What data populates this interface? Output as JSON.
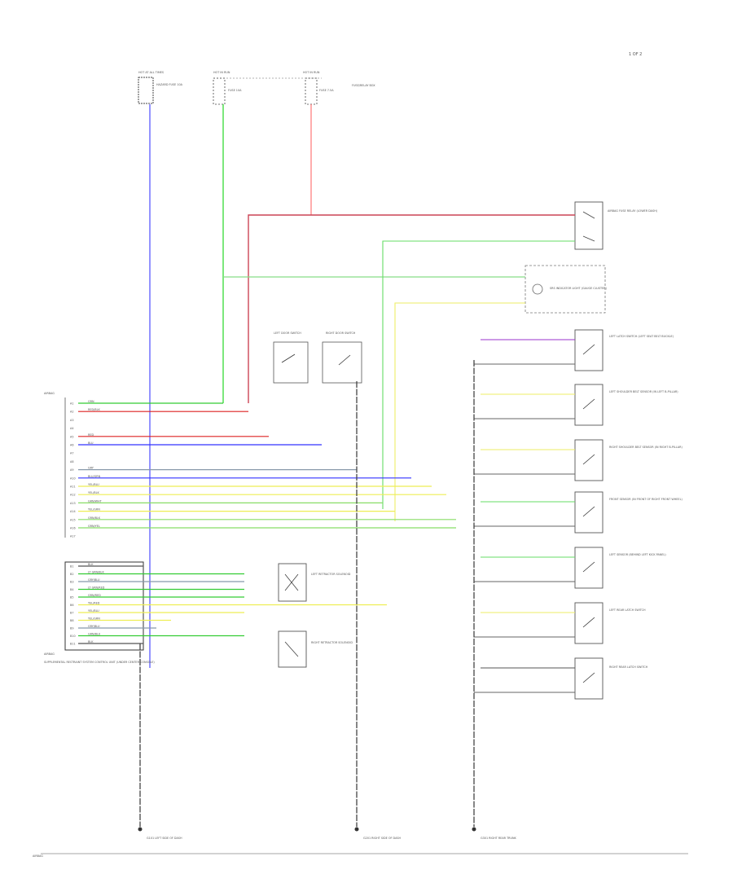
{
  "page_number": "1 OF 2",
  "wire_colors": {
    "BLU": "#3333ff",
    "GRN": "#33cc33",
    "RED": "#dd2222",
    "YEL": "#eeee55",
    "PPL": "#9933cc",
    "BLK": "#555555",
    "GRY": "#8899aa",
    "GRN_YEL": "#88dd66"
  },
  "fuses": [
    {
      "id": "f1",
      "label": "HOT AT ALL TIMES",
      "sub": "HAZARD FUSE 10A"
    },
    {
      "id": "f2",
      "label": "HOT IN RUN",
      "sub": "FUSE 10A"
    },
    {
      "id": "f3",
      "label": "HOT IN RUN",
      "sub": "FUSE 7.5A",
      "note": "FUSE/RELAY BOX"
    }
  ],
  "ecu": {
    "label": "AIRBAG",
    "caption": "SUPPLEMENTAL RESTRAINT SYSTEM CONTROL UNIT (UNDER CENTER CONSOLE)",
    "label2": "AIRBAG",
    "pins": [
      {
        "pin": "A1",
        "wire": "GRN",
        "color": "GRN"
      },
      {
        "pin": "A2",
        "wire": "RED/BLK",
        "color": "RED"
      },
      {
        "pin": "A3",
        "wire": "",
        "color": ""
      },
      {
        "pin": "A4",
        "wire": "",
        "color": ""
      },
      {
        "pin": "A5",
        "wire": "RED",
        "color": "RED"
      },
      {
        "pin": "A6",
        "wire": "BLU",
        "color": "BLU"
      },
      {
        "pin": "A7",
        "wire": "",
        "color": ""
      },
      {
        "pin": "A8",
        "wire": "",
        "color": ""
      },
      {
        "pin": "A9",
        "wire": "GRY",
        "color": "GRY"
      },
      {
        "pin": "A10",
        "wire": "BLU/GRN",
        "color": "BLU"
      },
      {
        "pin": "A11",
        "wire": "YEL/BLU",
        "color": "YEL"
      },
      {
        "pin": "A12",
        "wire": "YEL/BLK",
        "color": "YEL"
      },
      {
        "pin": "A13",
        "wire": "GRN/WHT",
        "color": "GRN_YEL"
      },
      {
        "pin": "A14",
        "wire": "YEL/GRN",
        "color": "YEL"
      },
      {
        "pin": "A15",
        "wire": "GRN/BLK",
        "color": "GRN_YEL"
      },
      {
        "pin": "A16",
        "wire": "GRN/YEL",
        "color": "GRN_YEL"
      },
      {
        "pin": "A17",
        "wire": "",
        "color": ""
      },
      {
        "pin": "B1",
        "wire": "BLK",
        "color": "BLK"
      },
      {
        "pin": "B2",
        "wire": "LT GRN/BLK",
        "color": "GRN"
      },
      {
        "pin": "B3",
        "wire": "GRY/BLU",
        "color": "GRY"
      },
      {
        "pin": "B4",
        "wire": "LT GRN/RED",
        "color": "GRN"
      },
      {
        "pin": "B5",
        "wire": "GRN/RED",
        "color": "GRN"
      },
      {
        "pin": "B6",
        "wire": "YEL/RED",
        "color": "YEL"
      },
      {
        "pin": "B7",
        "wire": "YEL/BLU",
        "color": "YEL"
      },
      {
        "pin": "B8",
        "wire": "YEL/GRN",
        "color": "YEL"
      },
      {
        "pin": "B9",
        "wire": "GRY/BLU",
        "color": "GRY"
      },
      {
        "pin": "B10",
        "wire": "GRN/BLU",
        "color": "GRN"
      },
      {
        "pin": "B11",
        "wire": "BLK",
        "color": "BLK"
      }
    ]
  },
  "components": [
    {
      "id": "airbag_fuse_relay",
      "label": "AIRBAG FUSE RELAY (LOWER DASH)"
    },
    {
      "id": "indicator",
      "label": "SRS INDICATOR LIGHT (GAUGE CLUSTER)"
    },
    {
      "id": "left_latch",
      "label": "LEFT LATCH SWITCH (LEFT SEAT BELT BUCKLE)"
    },
    {
      "id": "left_shoulder",
      "label": "LEFT SHOULDER BELT SENSOR (IN LEFT B-PILLAR)"
    },
    {
      "id": "right_shoulder",
      "label": "RIGHT SHOULDER BELT SENSOR (IN RIGHT B-PILLAR)"
    },
    {
      "id": "front_sensor",
      "label": "FRONT SENSOR (IN FRONT OF RIGHT FRONT WHEEL)"
    },
    {
      "id": "left_sensor",
      "label": "LEFT SENSOR (BEHIND LEFT KICK PANEL)"
    },
    {
      "id": "left_retractor",
      "label": "LEFT RETRACTOR SOLENOID"
    },
    {
      "id": "right_retractor",
      "label": "RIGHT RETRACTOR SOLENOID"
    },
    {
      "id": "left_door",
      "label": "LEFT DOOR SWITCH"
    },
    {
      "id": "right_door",
      "label": "RIGHT DOOR SWITCH"
    },
    {
      "id": "right_rear_latch",
      "label": "RIGHT REAR LATCH SWITCH"
    },
    {
      "id": "left_rear_latch",
      "label": "LEFT REAR LATCH SWITCH"
    }
  ],
  "grounds": [
    {
      "id": "g1",
      "label": "G101 LEFT SIDE OF DASH"
    },
    {
      "id": "g2",
      "label": "G201 RIGHT SIDE OF DASH"
    },
    {
      "id": "g3",
      "label": "G301 RIGHT REAR TRUNK"
    }
  ],
  "footer_label": "AIRBAG"
}
